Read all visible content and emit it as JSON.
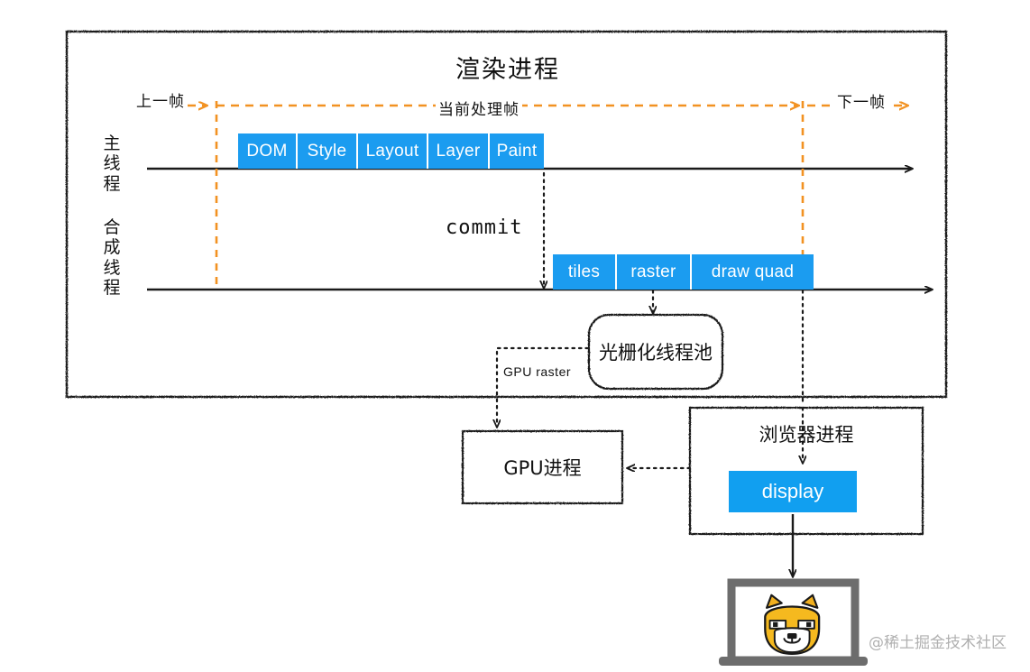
{
  "diagram": {
    "title": "渲染进程",
    "colors": {
      "chip_blue": "#1b9cf0",
      "display_blue": "#119ff0",
      "frame_orange": "#f29222",
      "stroke_black": "#1a1a1a",
      "watermark_gray": "#b0b0b0"
    },
    "timeline": {
      "prev_frame_label": "上一帧",
      "current_frame_label": "当前处理帧",
      "next_frame_label": "下一帧"
    },
    "threads": [
      {
        "name": "main-thread",
        "label": "主线程"
      },
      {
        "name": "compositor-thread",
        "label": "合成线程"
      }
    ],
    "main_thread_steps": [
      {
        "label": "DOM"
      },
      {
        "label": "Style"
      },
      {
        "label": "Layout"
      },
      {
        "label": "Layer"
      },
      {
        "label": "Paint"
      }
    ],
    "commit_label": "commit",
    "compositor_steps": [
      {
        "label": "tiles"
      },
      {
        "label": "raster"
      },
      {
        "label": "draw quad"
      }
    ],
    "raster_pool_label": "光栅化线程池",
    "gpu_raster_label": "GPU raster",
    "gpu_process_label": "GPU进程",
    "browser_process_label": "浏览器进程",
    "display_label": "display",
    "watermark": "@稀土掘金技术社区"
  }
}
